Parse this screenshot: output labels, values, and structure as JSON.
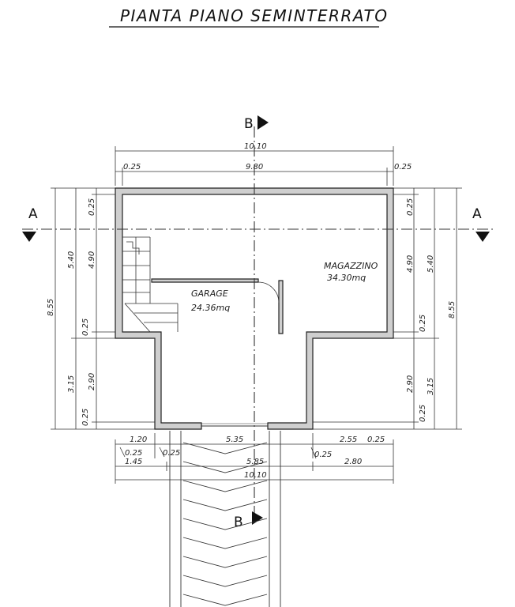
{
  "title": "PIANTA PIANO SEMINTERRATO",
  "section_markers": {
    "a": "A",
    "b": "B"
  },
  "rooms": [
    {
      "name": "GARAGE",
      "area": "24.36mq"
    },
    {
      "name": "MAGAZZINO",
      "area": "34.30mq"
    }
  ],
  "dimensions": {
    "top_total": "10.10",
    "top_left_wall": "0.25",
    "top_inner": "9.80",
    "top_right_wall": "0.25",
    "left_outer_total": "8.55",
    "left_upper": "5.40",
    "left_lower": "3.15",
    "left_inner_upper": "4.90",
    "left_inner_lower": "2.90",
    "left_top_wall": "0.25",
    "left_mid_wall": "0.25",
    "left_bottom_wall": "0.25",
    "right_outer_total": "8.55",
    "right_upper": "5.40",
    "right_lower": "3.15",
    "right_inner_upper": "4.90",
    "right_inner_lower": "2.90",
    "right_top_wall": "0.25",
    "right_mid_wall": "0.25",
    "right_bottom_wall": "0.25",
    "bottom_row1_left": "1.20",
    "bottom_row1_mid": "5.35",
    "bottom_row1_right": "2.55",
    "bottom_row1_right_wall": "0.25",
    "bottom_row1_wall_a": "0.25",
    "bottom_row1_wall_b": "0.25",
    "bottom_row1_wall_c": "0.25",
    "bottom_row2_left": "1.45",
    "bottom_row2_mid": "5.85",
    "bottom_row2_right": "2.80",
    "bottom_total": "10.10"
  }
}
